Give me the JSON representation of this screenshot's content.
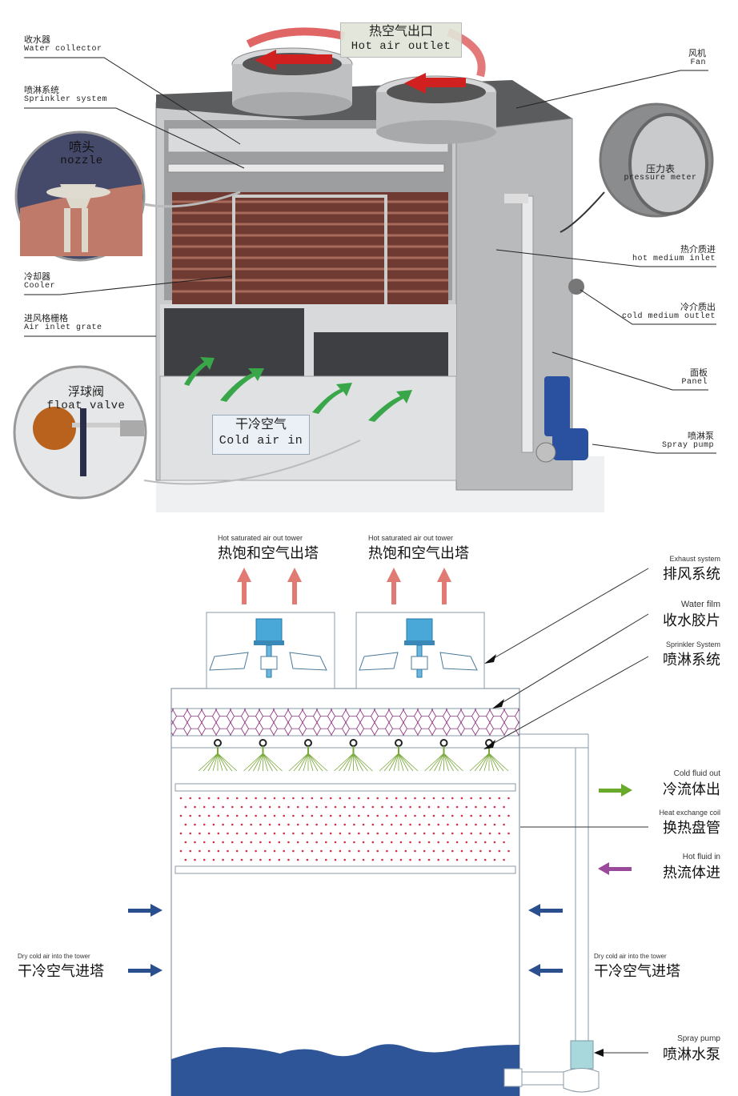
{
  "top_illustration": {
    "callouts": {
      "hot_air_outlet": {
        "zh": "热空气出口",
        "en": "Hot air outlet"
      },
      "cold_air_in": {
        "zh": "干冷空气",
        "en": "Cold air in"
      },
      "nozzle": {
        "zh": "喷头",
        "en": "nozzle"
      },
      "float_valve": {
        "zh": "浮球阀",
        "en": "float valve"
      },
      "pressure_meter": {
        "zh": "压力表",
        "en": "pressure meter"
      }
    },
    "left_labels": [
      {
        "zh": "收水器",
        "en": "Water collector"
      },
      {
        "zh": "喷淋系统",
        "en": "Sprinkler system"
      },
      {
        "zh": "冷却器",
        "en": "Cooler"
      },
      {
        "zh": "进风格栅格",
        "en": "Air inlet grate"
      }
    ],
    "right_labels": [
      {
        "zh": "风机",
        "en": "Fan"
      },
      {
        "zh": "热介质进",
        "en": "hot medium inlet"
      },
      {
        "zh": "冷介质出",
        "en": "cold medium outlet"
      },
      {
        "zh": "面板",
        "en": "Panel"
      },
      {
        "zh": "喷淋泵",
        "en": "Spray pump"
      }
    ]
  },
  "schematic": {
    "outlets": [
      {
        "en": "Hot saturated air out tower",
        "zh": "热饱和空气出塔"
      },
      {
        "en": "Hot saturated air out tower",
        "zh": "热饱和空气出塔"
      }
    ],
    "right_labels": [
      {
        "en": "Exhaust system",
        "zh": "排风系统"
      },
      {
        "en": "Water film",
        "zh": "收水胶片"
      },
      {
        "en": "Sprinkler System",
        "zh": "喷淋系统"
      },
      {
        "en": "Cold fluid out",
        "zh": "冷流体出"
      },
      {
        "en": "Heat exchange coil",
        "zh": "换热盘管"
      },
      {
        "en": "Hot fluid in",
        "zh": "热流体进"
      }
    ],
    "air_in_left": {
      "en": "Dry cold air into the tower",
      "zh": "干冷空气进塔"
    },
    "air_in_right": {
      "en": "Dry cold air into the tower",
      "zh": "干冷空气进塔"
    },
    "spray_pump": {
      "en": "Spray pump",
      "zh": "喷淋水泵"
    },
    "nozzle_count": 7,
    "colors": {
      "hot_air_arrow": "#e07a72",
      "cold_fluid_arrow": "#6aaa2a",
      "hot_fluid_arrow": "#9a4a9a",
      "air_in_arrow": "#2a4f8f",
      "water": "#2d5597",
      "fan_motor": "#4aa8d8",
      "fill_mesh": "#8a2a7a",
      "coil_dots": "#d0304a",
      "spray": "#7aa83a"
    }
  }
}
